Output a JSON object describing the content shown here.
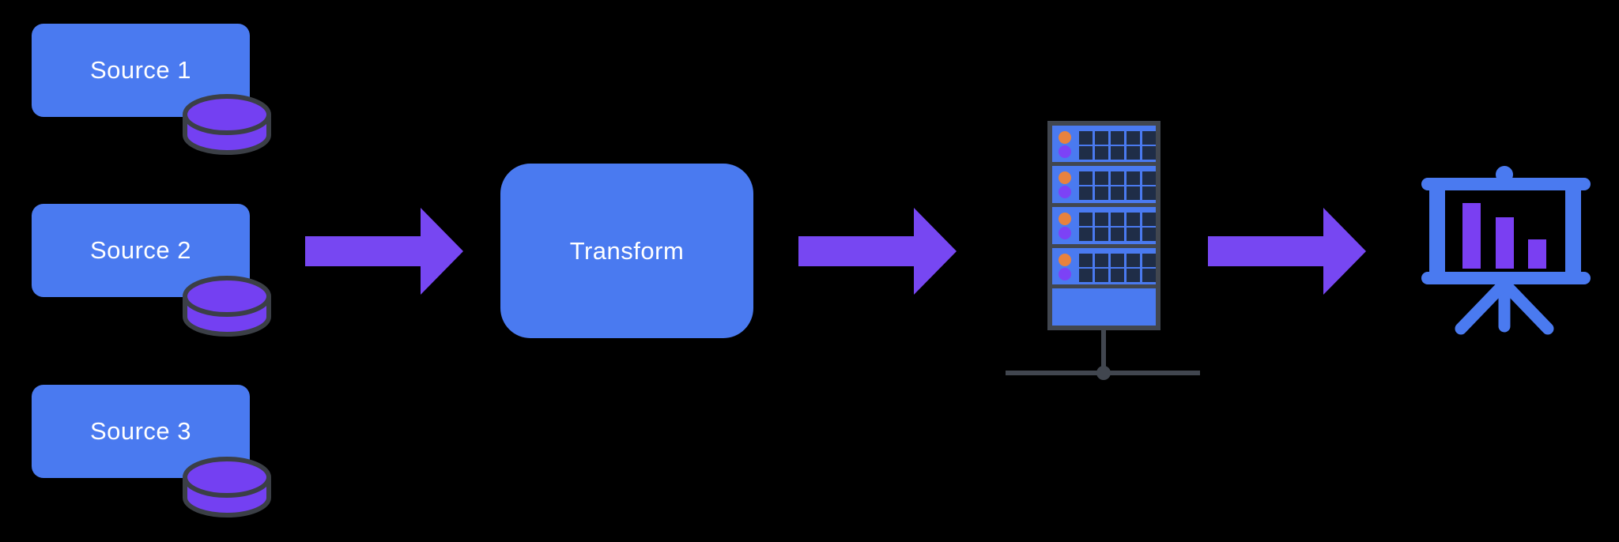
{
  "diagram": {
    "type": "data-pipeline-flow",
    "background_color": "#000000",
    "nodes": {
      "sources": [
        {
          "label": "Source 1",
          "icon": "database-cylinder-icon"
        },
        {
          "label": "Source 2",
          "icon": "database-cylinder-icon"
        },
        {
          "label": "Source 3",
          "icon": "database-cylinder-icon"
        }
      ],
      "transform": {
        "label": "Transform"
      },
      "server": {
        "icon": "server-rack-icon",
        "rack_units": 4,
        "leds_per_unit": [
          "orange",
          "purple"
        ],
        "slots_per_unit": 10
      },
      "output": {
        "icon": "presentation-bar-chart-icon",
        "bars": 3
      }
    },
    "connectors": [
      {
        "from": "sources",
        "to": "transform",
        "icon": "arrow-right-icon"
      },
      {
        "from": "transform",
        "to": "server",
        "icon": "arrow-right-icon"
      },
      {
        "from": "server",
        "to": "output",
        "icon": "arrow-right-icon"
      }
    ],
    "colors": {
      "node_blue": "#4a7af0",
      "arrow_purple": "#7747f2",
      "database_purple": "#7440f2",
      "outline_dark": "#3b3f46",
      "rack_frame": "#41464f",
      "rack_slot_navy": "#1f2d47",
      "led_orange": "#e8823e",
      "led_purple": "#7c42f6",
      "chart_bar_purple": "#7a3ff2",
      "text_white": "#ffffff"
    }
  }
}
